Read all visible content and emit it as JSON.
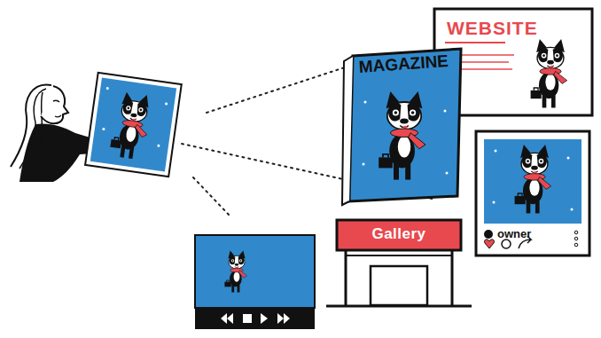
{
  "diagram": {
    "nodes": [
      {
        "text": [
          "WEBSITE"
        ]
      },
      {
        "text": [
          "MAGAZINE"
        ]
      },
      {
        "text": [
          "owner"
        ]
      },
      {
        "text": [
          "Gallery"
        ]
      }
    ]
  }
}
